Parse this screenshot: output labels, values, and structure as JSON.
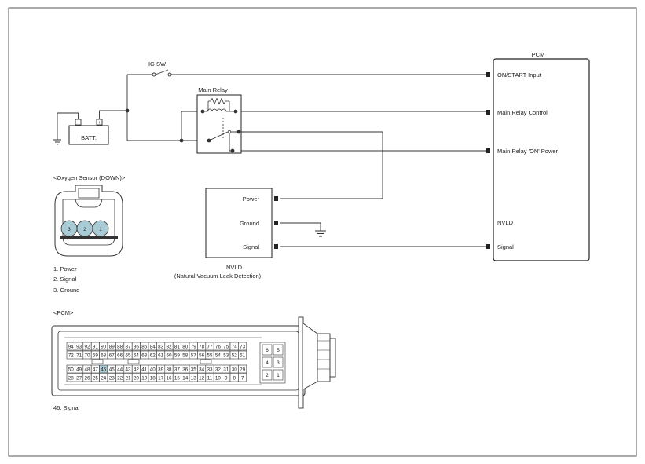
{
  "pcm": {
    "title": "PCM",
    "pins": {
      "on_start": "ON/START Input",
      "main_relay_control": "Main Relay Control",
      "main_relay_on_power": "Main Relay 'ON' Power",
      "nvld": "NVLD",
      "signal": "Signal"
    }
  },
  "ig_sw": "IG SW",
  "batt": {
    "label": "BATT.",
    "minus": "−",
    "plus": "+"
  },
  "main_relay": "Main Relay",
  "nvld_module": {
    "pins": {
      "power": "Power",
      "ground": "Ground",
      "signal": "Signal"
    },
    "name": "NVLD",
    "description": "(Natural Vacuum Leak Detection)"
  },
  "oxygen_sensor": {
    "title": "<Oxygen Sensor (DOWN)>",
    "pin_numbers": [
      "3",
      "2",
      "1"
    ],
    "legend": [
      "1. Power",
      "2. Signal",
      "3. Ground"
    ]
  },
  "pcm_connector": {
    "title": "<PCM>",
    "rows": [
      [
        "94",
        "93",
        "92",
        "91",
        "90",
        "89",
        "88",
        "87",
        "86",
        "85",
        "84",
        "83",
        "82",
        "81",
        "80",
        "79",
        "78",
        "77",
        "76",
        "75",
        "74",
        "73"
      ],
      [
        "72",
        "71",
        "70",
        "69",
        "68",
        "67",
        "66",
        "65",
        "64",
        "63",
        "62",
        "61",
        "60",
        "59",
        "58",
        "57",
        "56",
        "55",
        "54",
        "53",
        "52",
        "51"
      ],
      [
        "50",
        "49",
        "48",
        "47",
        "46",
        "45",
        "44",
        "43",
        "42",
        "41",
        "40",
        "39",
        "38",
        "37",
        "36",
        "35",
        "34",
        "33",
        "32",
        "31",
        "30",
        "29"
      ],
      [
        "28",
        "27",
        "26",
        "25",
        "24",
        "23",
        "22",
        "21",
        "20",
        "19",
        "18",
        "17",
        "16",
        "15",
        "14",
        "13",
        "12",
        "11",
        "10",
        "9",
        "8",
        "7"
      ]
    ],
    "side_pins": [
      [
        "6",
        "5"
      ],
      [
        "4",
        "3"
      ],
      [
        "2",
        "1"
      ]
    ],
    "highlight_pin": "46",
    "legend": "46.    Signal"
  },
  "colors": {
    "wire": "#333333",
    "pin_highlight": "#a9cbd6",
    "sensor_fill": "#a9cbd6"
  }
}
